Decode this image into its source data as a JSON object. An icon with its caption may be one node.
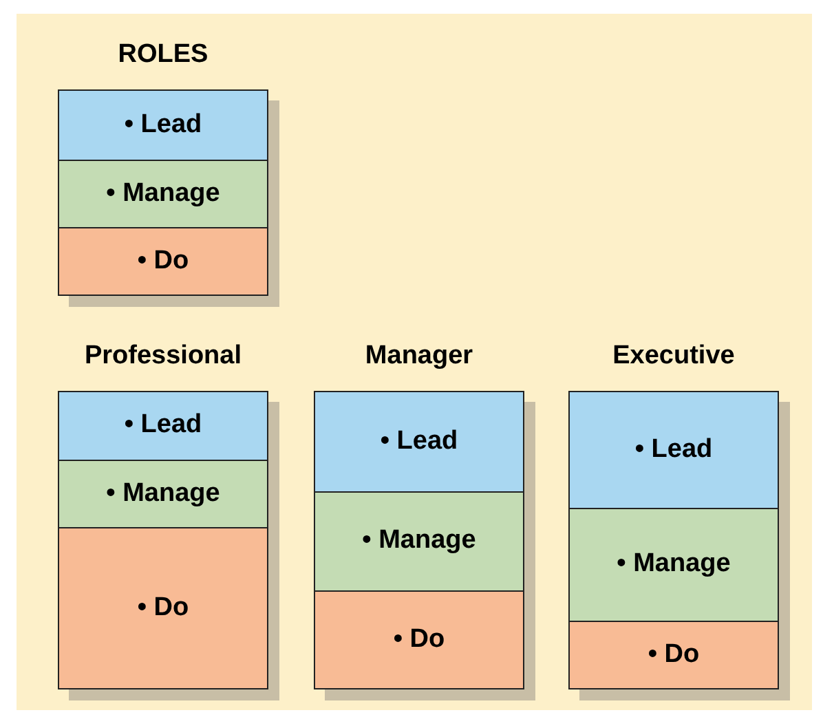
{
  "diagram": {
    "nodes": [
      {
        "text": [
          "ROLES"
        ]
      },
      {
        "text": [
          "• Lead"
        ],
        "in": 0
      },
      {
        "text": [
          "• Manage"
        ],
        "in": 0
      },
      {
        "text": [
          "• Do"
        ],
        "in": 0
      },
      {
        "text": [
          "Professional"
        ]
      },
      {
        "text": [
          "• Lead"
        ],
        "in": 4
      },
      {
        "text": [
          "• Manage"
        ],
        "in": 4
      },
      {
        "text": [
          "• Do"
        ],
        "in": 4
      },
      {
        "text": [
          "Manager"
        ]
      },
      {
        "text": [
          "• Lead"
        ],
        "in": 8
      },
      {
        "text": [
          "• Manage"
        ],
        "in": 8
      },
      {
        "text": [
          "• Do"
        ],
        "in": 8
      },
      {
        "text": [
          "Executive"
        ]
      },
      {
        "text": [
          "• Lead"
        ],
        "in": 12
      },
      {
        "text": [
          "• Manage"
        ],
        "in": 12
      },
      {
        "text": [
          "• Do"
        ],
        "in": 12
      }
    ]
  }
}
